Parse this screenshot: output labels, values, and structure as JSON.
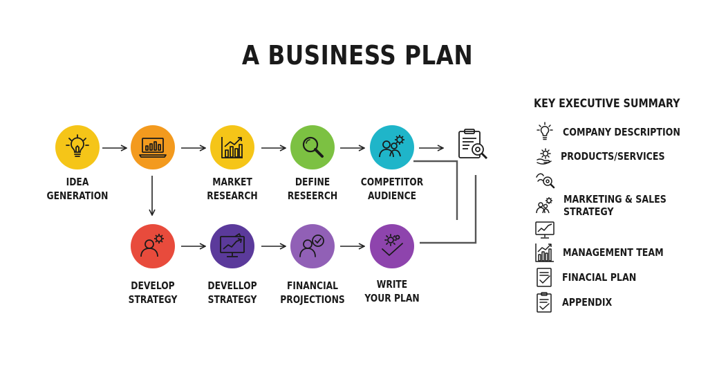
{
  "title": "A BUSINESS PLAN",
  "steps": [
    {
      "label": "IDEA\nGENERATION",
      "color": "#F5C518",
      "icon": "lightbulb-icon"
    },
    {
      "label": "",
      "color": "#F39A1E",
      "icon": "laptop-chart-icon"
    },
    {
      "label": "MARKET\nRESEARCH",
      "color": "#F5C518",
      "icon": "bar-chart-icon"
    },
    {
      "label": "DEFINE\nRESEERCH",
      "color": "#7CC142",
      "icon": "magnifier-icon"
    },
    {
      "label": "COMPETITOR\nAUDIENCE",
      "color": "#1FB5C9",
      "icon": "people-gear-icon"
    },
    {
      "label": "DEVELOP\nSTRATEGY",
      "color": "#E84B3C",
      "icon": "person-gear-icon"
    },
    {
      "label": "DEVELLOP\nSTRATEGY",
      "color": "#5B3A9B",
      "icon": "monitor-chart-icon"
    },
    {
      "label": "FINANCIAL\nPROJECTIONS",
      "color": "#9160B6",
      "icon": "person-check-icon"
    },
    {
      "label": "WRITE\nYOUR PLAN",
      "color": "#8E44AD",
      "icon": "gear-check-icon"
    }
  ],
  "final_icon": "clipboard-search-icon",
  "summary": {
    "title": "KEY EXECUTIVE SUMMARY",
    "items": [
      {
        "label": "COMPANY DESCRIPTION",
        "icon": "lightbulb-icon"
      },
      {
        "label": "PRODUCTS/SERVICES",
        "icon": "gear-hand-icon"
      },
      {
        "label": "",
        "icon": "search-chart-icon"
      },
      {
        "label": "MARKETING & SALES\nSTRATEGY",
        "icon": "people-gear-icon"
      },
      {
        "label": "",
        "icon": "monitor-chart-icon"
      },
      {
        "label": "MANAGEMENT TEAM",
        "icon": "bar-chart-icon"
      },
      {
        "label": "FINACIAL PLAN",
        "icon": "document-check-icon"
      },
      {
        "label": "APPENDIX",
        "icon": "clipboard-check-icon"
      }
    ]
  }
}
